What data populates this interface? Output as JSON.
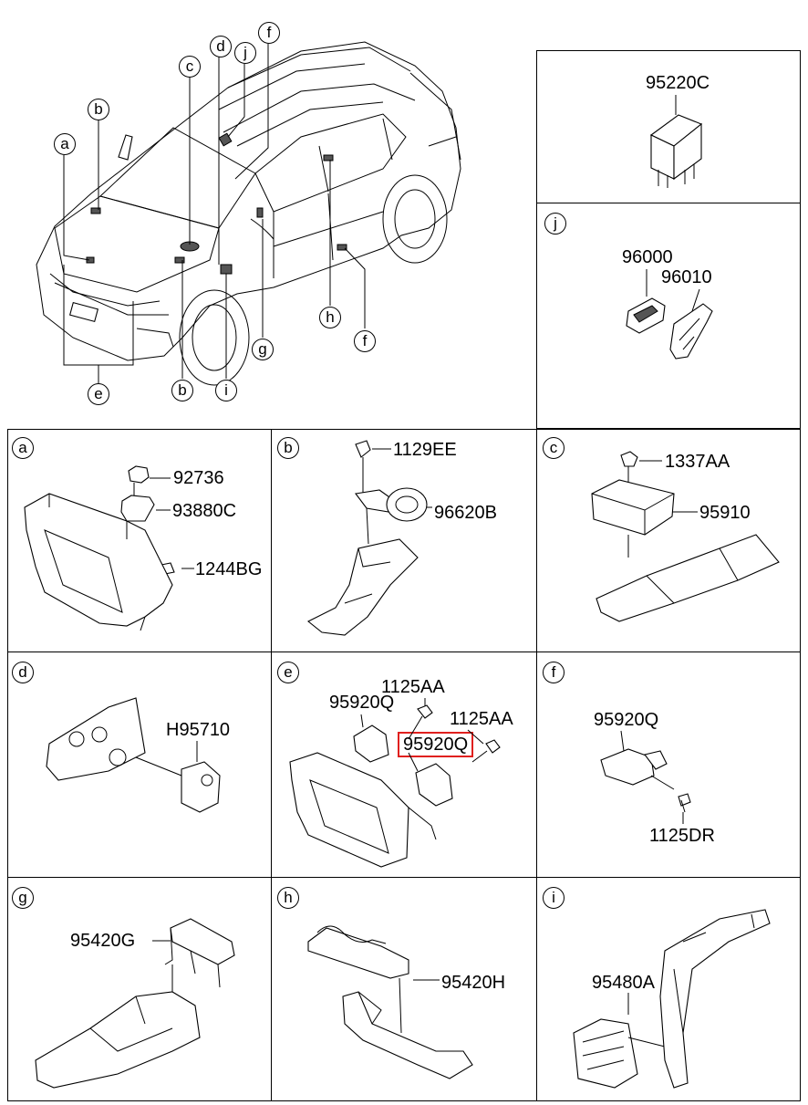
{
  "overview": {
    "callouts": [
      "a",
      "b",
      "c",
      "d",
      "j",
      "f",
      "e",
      "b",
      "i",
      "g",
      "h",
      "f"
    ]
  },
  "relay_box": {
    "part": "95220C"
  },
  "panel_j": {
    "letter": "j",
    "parts": [
      "96000",
      "96010"
    ]
  },
  "panel_a": {
    "letter": "a",
    "parts": [
      "92736",
      "93880C",
      "1244BG"
    ]
  },
  "panel_b": {
    "letter": "b",
    "parts": [
      "1129EE",
      "96620B"
    ]
  },
  "panel_c": {
    "letter": "c",
    "parts": [
      "1337AA",
      "95910"
    ]
  },
  "panel_d": {
    "letter": "d",
    "parts": [
      "H95710"
    ]
  },
  "panel_e": {
    "letter": "e",
    "parts": [
      "1125AA",
      "95920Q",
      "1125AA",
      "95920Q"
    ],
    "highlight_color": "#e0201e"
  },
  "panel_f": {
    "letter": "f",
    "parts": [
      "95920Q",
      "1125DR"
    ]
  },
  "panel_g": {
    "letter": "g",
    "parts": [
      "95420G"
    ]
  },
  "panel_h": {
    "letter": "h",
    "parts": [
      "95420H"
    ]
  },
  "panel_i": {
    "letter": "i",
    "parts": [
      "95480A"
    ]
  }
}
